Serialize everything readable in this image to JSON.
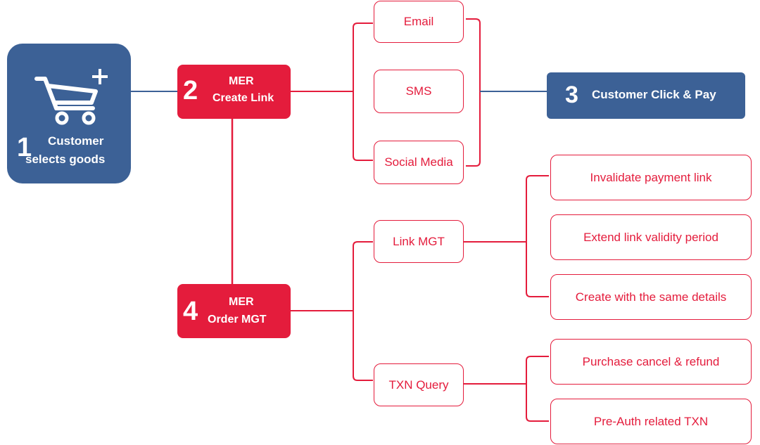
{
  "colors": {
    "blue": "#3c6196",
    "red": "#e41c3c",
    "white": "#ffffff"
  },
  "icons": {
    "cart": "shopping-cart-plus-icon"
  },
  "step1": {
    "number": "1",
    "line1": "Customer",
    "line2": "selects goods"
  },
  "step2": {
    "number": "2",
    "line1": "MER",
    "line2": "Create Link"
  },
  "step3": {
    "number": "3",
    "label": "Customer Click & Pay"
  },
  "step4": {
    "number": "4",
    "line1": "MER",
    "line2": "Order MGT"
  },
  "channels": [
    "Email",
    "SMS",
    "Social Media"
  ],
  "order_mgt": {
    "link_mgt": {
      "label": "Link MGT",
      "actions": [
        "Invalidate payment link",
        "Extend link validity period",
        "Create with the same details"
      ]
    },
    "txn_query": {
      "label": "TXN Query",
      "actions": [
        "Purchase cancel & refund",
        "Pre-Auth related TXN"
      ]
    }
  }
}
